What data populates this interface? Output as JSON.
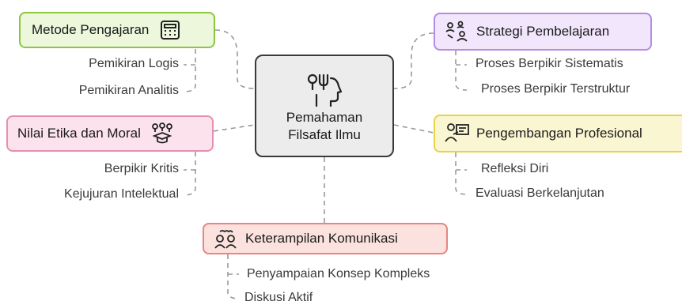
{
  "center": {
    "line1": "Pemahaman",
    "line2": "Filsafat Ilmu",
    "icon": "head-brain-icon"
  },
  "colors": {
    "green": "#8cc63f",
    "purple": "#b68be0",
    "pink": "#e68fb0",
    "yellow": "#e8d24a",
    "red": "#e8857f",
    "line": "#9a9a9a"
  },
  "nodes": {
    "metode": {
      "title": "Metode Pengajaran",
      "icon": "calculator-icon",
      "items": [
        "Pemikiran Logis",
        "Pemikiran Analitis"
      ]
    },
    "etika": {
      "title": "Nilai Etika dan Moral",
      "icon": "graduates-icon",
      "items": [
        "Berpikir Kritis",
        "Kejujuran Intelektual"
      ]
    },
    "strategi": {
      "title": "Strategi Pembelajaran",
      "icon": "teamwork-icon",
      "items": [
        "Proses Berpikir Sistematis",
        "Proses Berpikir Terstruktur"
      ]
    },
    "profesional": {
      "title": "Pengembangan Profesional",
      "icon": "presenter-icon",
      "items": [
        "Refleksi Diri",
        "Evaluasi Berkelanjutan"
      ]
    },
    "komunikasi": {
      "title": "Keterampilan Komunikasi",
      "icon": "people-talking-icon",
      "items": [
        "Penyampaian Konsep Kompleks",
        "Diskusi Aktif"
      ]
    }
  }
}
